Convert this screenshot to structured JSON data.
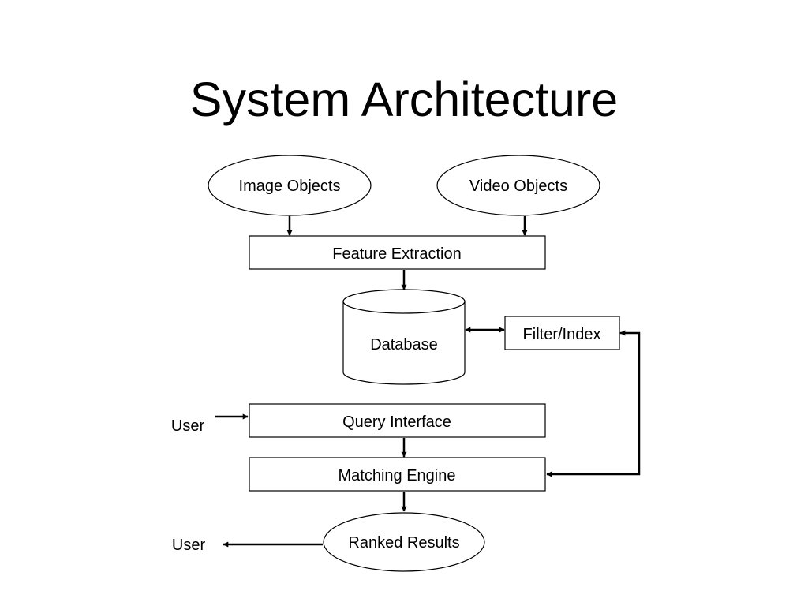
{
  "title": "System Architecture",
  "nodes": {
    "image_objects": "Image Objects",
    "video_objects": "Video Objects",
    "feature_extraction": "Feature Extraction",
    "database": "Database",
    "filter_index": "Filter/Index",
    "query_interface": "Query Interface",
    "matching_engine": "Matching Engine",
    "ranked_results": "Ranked Results",
    "user_input": "User",
    "user_output": "User"
  }
}
